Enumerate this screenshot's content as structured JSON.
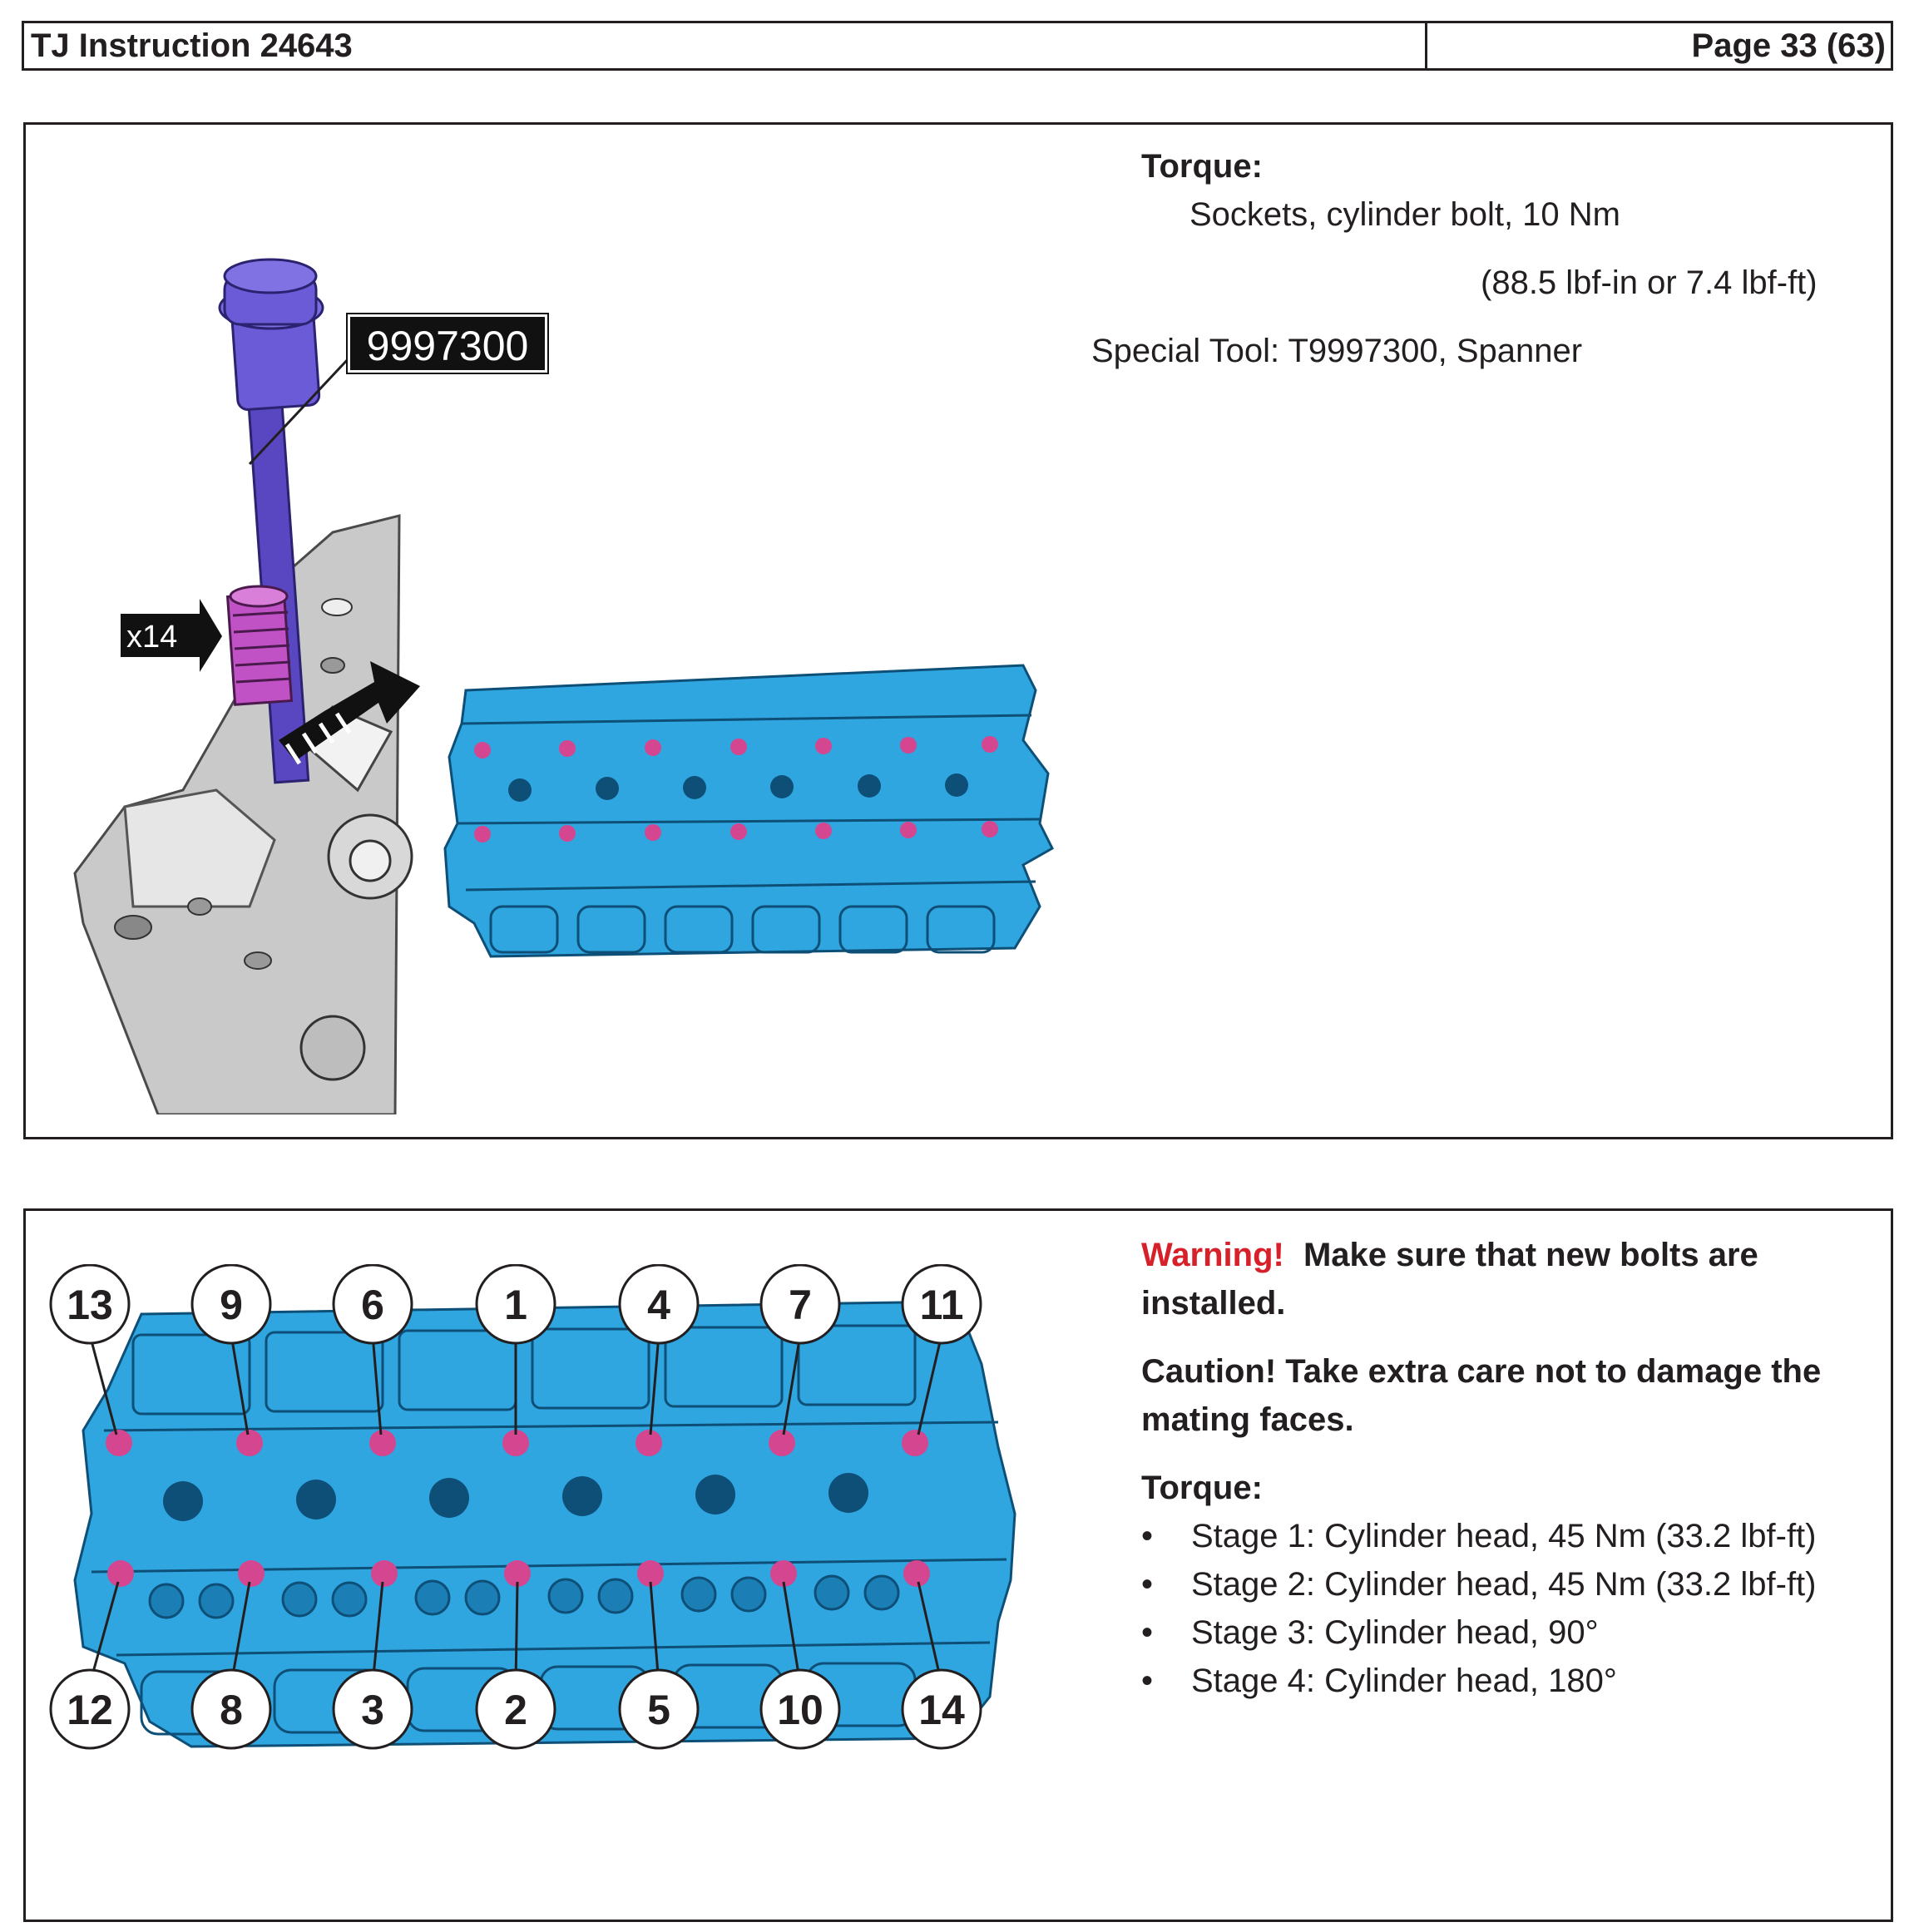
{
  "header": {
    "doc_title": "TJ Instruction 24643",
    "page": "Page 33 (63)"
  },
  "step1": {
    "torque_heading": "Torque:",
    "torque_item": "Sockets, cylinder bolt,  10 Nm",
    "torque_conversion": "(88.5 lbf-in or 7.4 lbf-ft)",
    "special_tool": "Special Tool: T9997300, Spanner",
    "tool_label": "9997300",
    "quantity_label": "x14"
  },
  "step2": {
    "warning_label": "Warning!",
    "warning_text_line1": "Make sure that new bolts are",
    "warning_text_line2": "installed.",
    "caution_line1": "Caution!  Take extra care not to damage the",
    "caution_line2": "mating faces.",
    "torque_heading": "Torque:",
    "stages": [
      "Stage 1: Cylinder head, 45 Nm (33.2 lbf-ft)",
      "Stage 2: Cylinder head, 45 Nm (33.2 lbf-ft)",
      "Stage 3: Cylinder head, 90°",
      "Stage 4: Cylinder head, 180°"
    ],
    "bullet": "•",
    "top_row_numbers": [
      "13",
      "9",
      "6",
      "1",
      "4",
      "7",
      "11"
    ],
    "bottom_row_numbers": [
      "12",
      "8",
      "3",
      "2",
      "5",
      "10",
      "14"
    ]
  },
  "colors": {
    "head_blue": "#2fa6e0",
    "bolt_marker": "#d4468f",
    "tool_purple": "#6b5bd6",
    "warning_red": "#d7212a"
  }
}
